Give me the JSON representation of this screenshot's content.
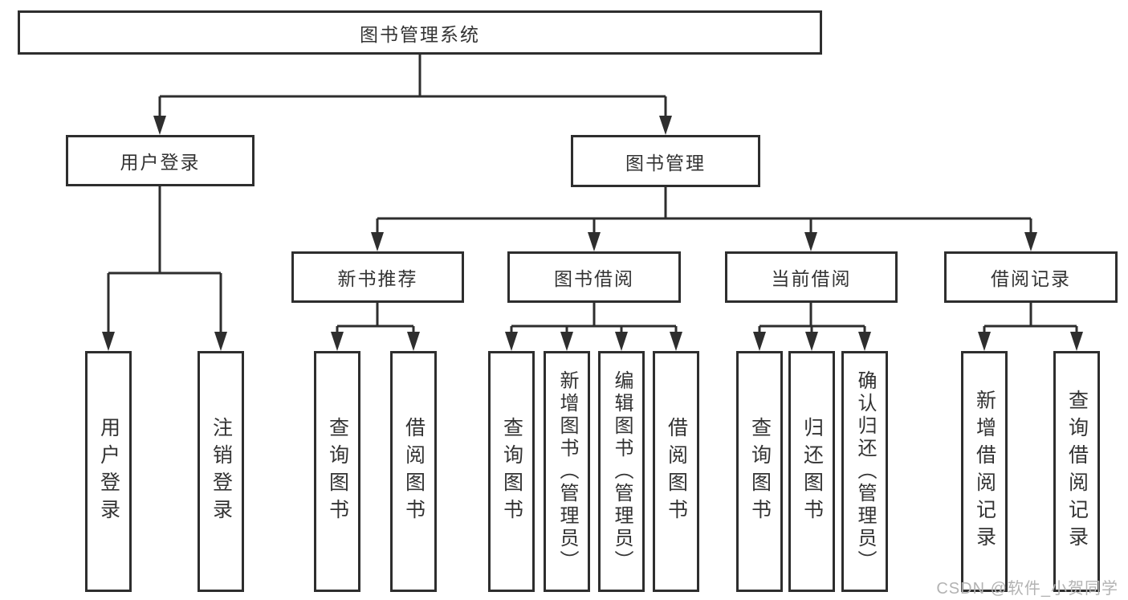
{
  "diagram": {
    "title_node": {
      "label": "图书管理系统"
    },
    "level2": [
      {
        "label": "用户登录"
      },
      {
        "label": "图书管理"
      }
    ],
    "level3": [
      {
        "label": "新书推荐"
      },
      {
        "label": "图书借阅"
      },
      {
        "label": "当前借阅"
      },
      {
        "label": "借阅记录"
      }
    ],
    "leaves": {
      "user_login": [
        {
          "label": "用户登录"
        },
        {
          "label": "注销登录"
        }
      ],
      "new_book": [
        {
          "label": "查询图书"
        },
        {
          "label": "借阅图书"
        }
      ],
      "book_borrow": [
        {
          "label": "查询图书"
        },
        {
          "label": "新增图书（管理员）"
        },
        {
          "label": "编辑图书（管理员）"
        },
        {
          "label": "借阅图书"
        }
      ],
      "current_borrow": [
        {
          "label": "查询图书"
        },
        {
          "label": "归还图书"
        },
        {
          "label": "确认归还（管理员）"
        }
      ],
      "borrow_records": [
        {
          "label": "新增借阅记录"
        },
        {
          "label": "查询借阅记录"
        }
      ]
    },
    "watermark": "CSDN @软件_小贺同学",
    "colors": {
      "line": "#2e2e2e",
      "text": "#333333",
      "watermark": "#b3b3b3",
      "background": "#ffffff"
    }
  }
}
